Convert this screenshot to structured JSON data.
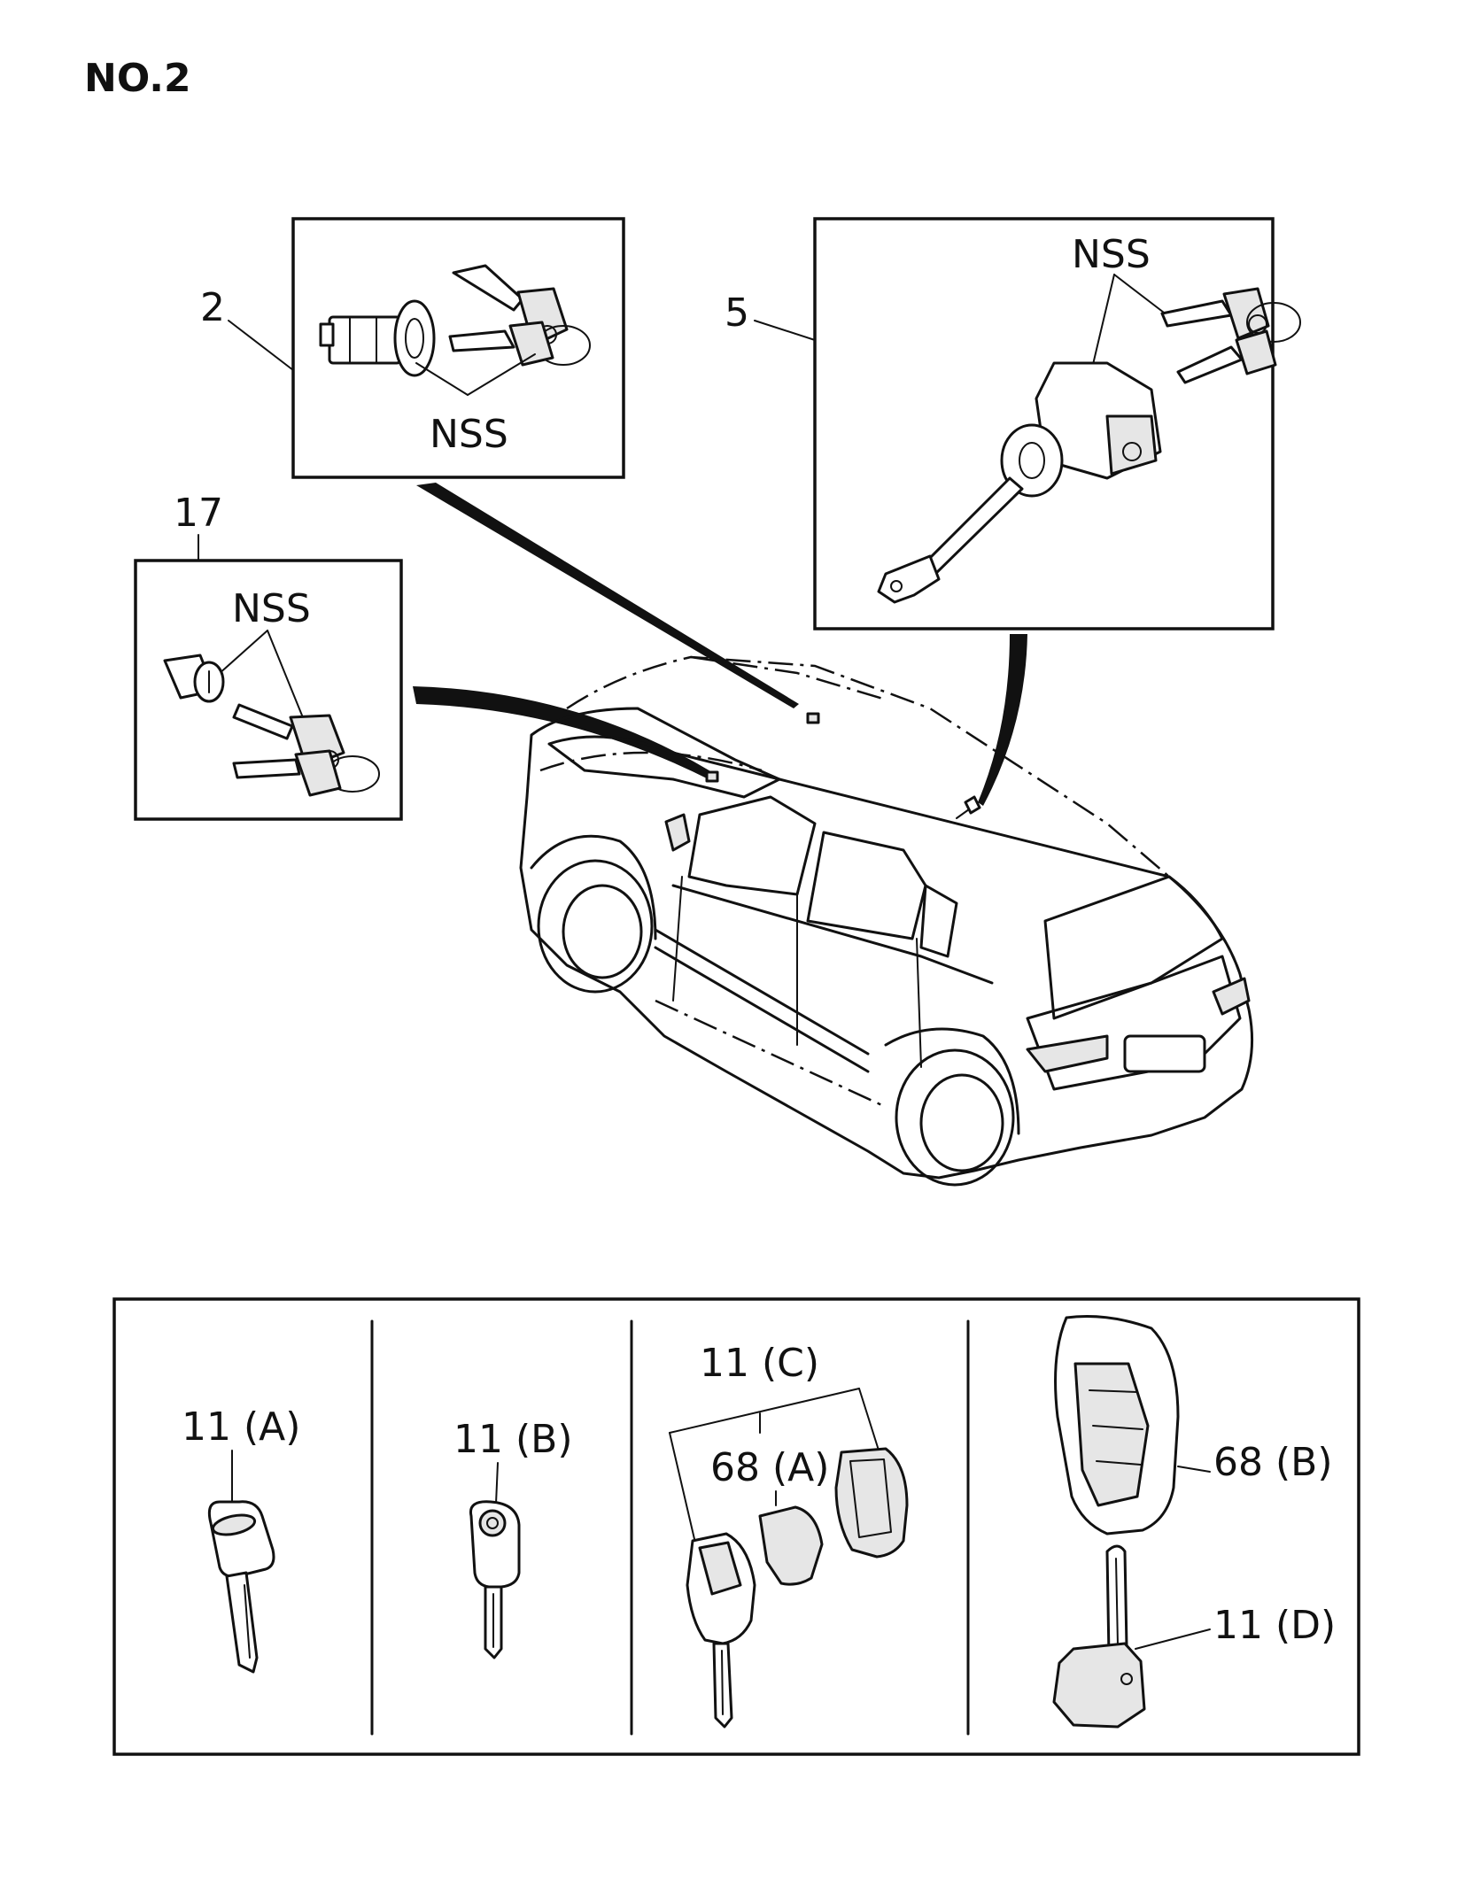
{
  "page_number": "NO.2",
  "callouts": {
    "ignition_set": {
      "number": "2",
      "nss": "NSS"
    },
    "door_lock_set": {
      "number": "5",
      "nss": "NSS"
    },
    "tailgate_lock_set": {
      "number": "17",
      "nss": "NSS"
    }
  },
  "key_variants": {
    "key_a": "11 (A)",
    "key_b": "11 (B)",
    "key_c": "11 (C)",
    "remote_a": "68 (A)",
    "remote_b": "68 (B)",
    "key_d": "11 (D)"
  }
}
